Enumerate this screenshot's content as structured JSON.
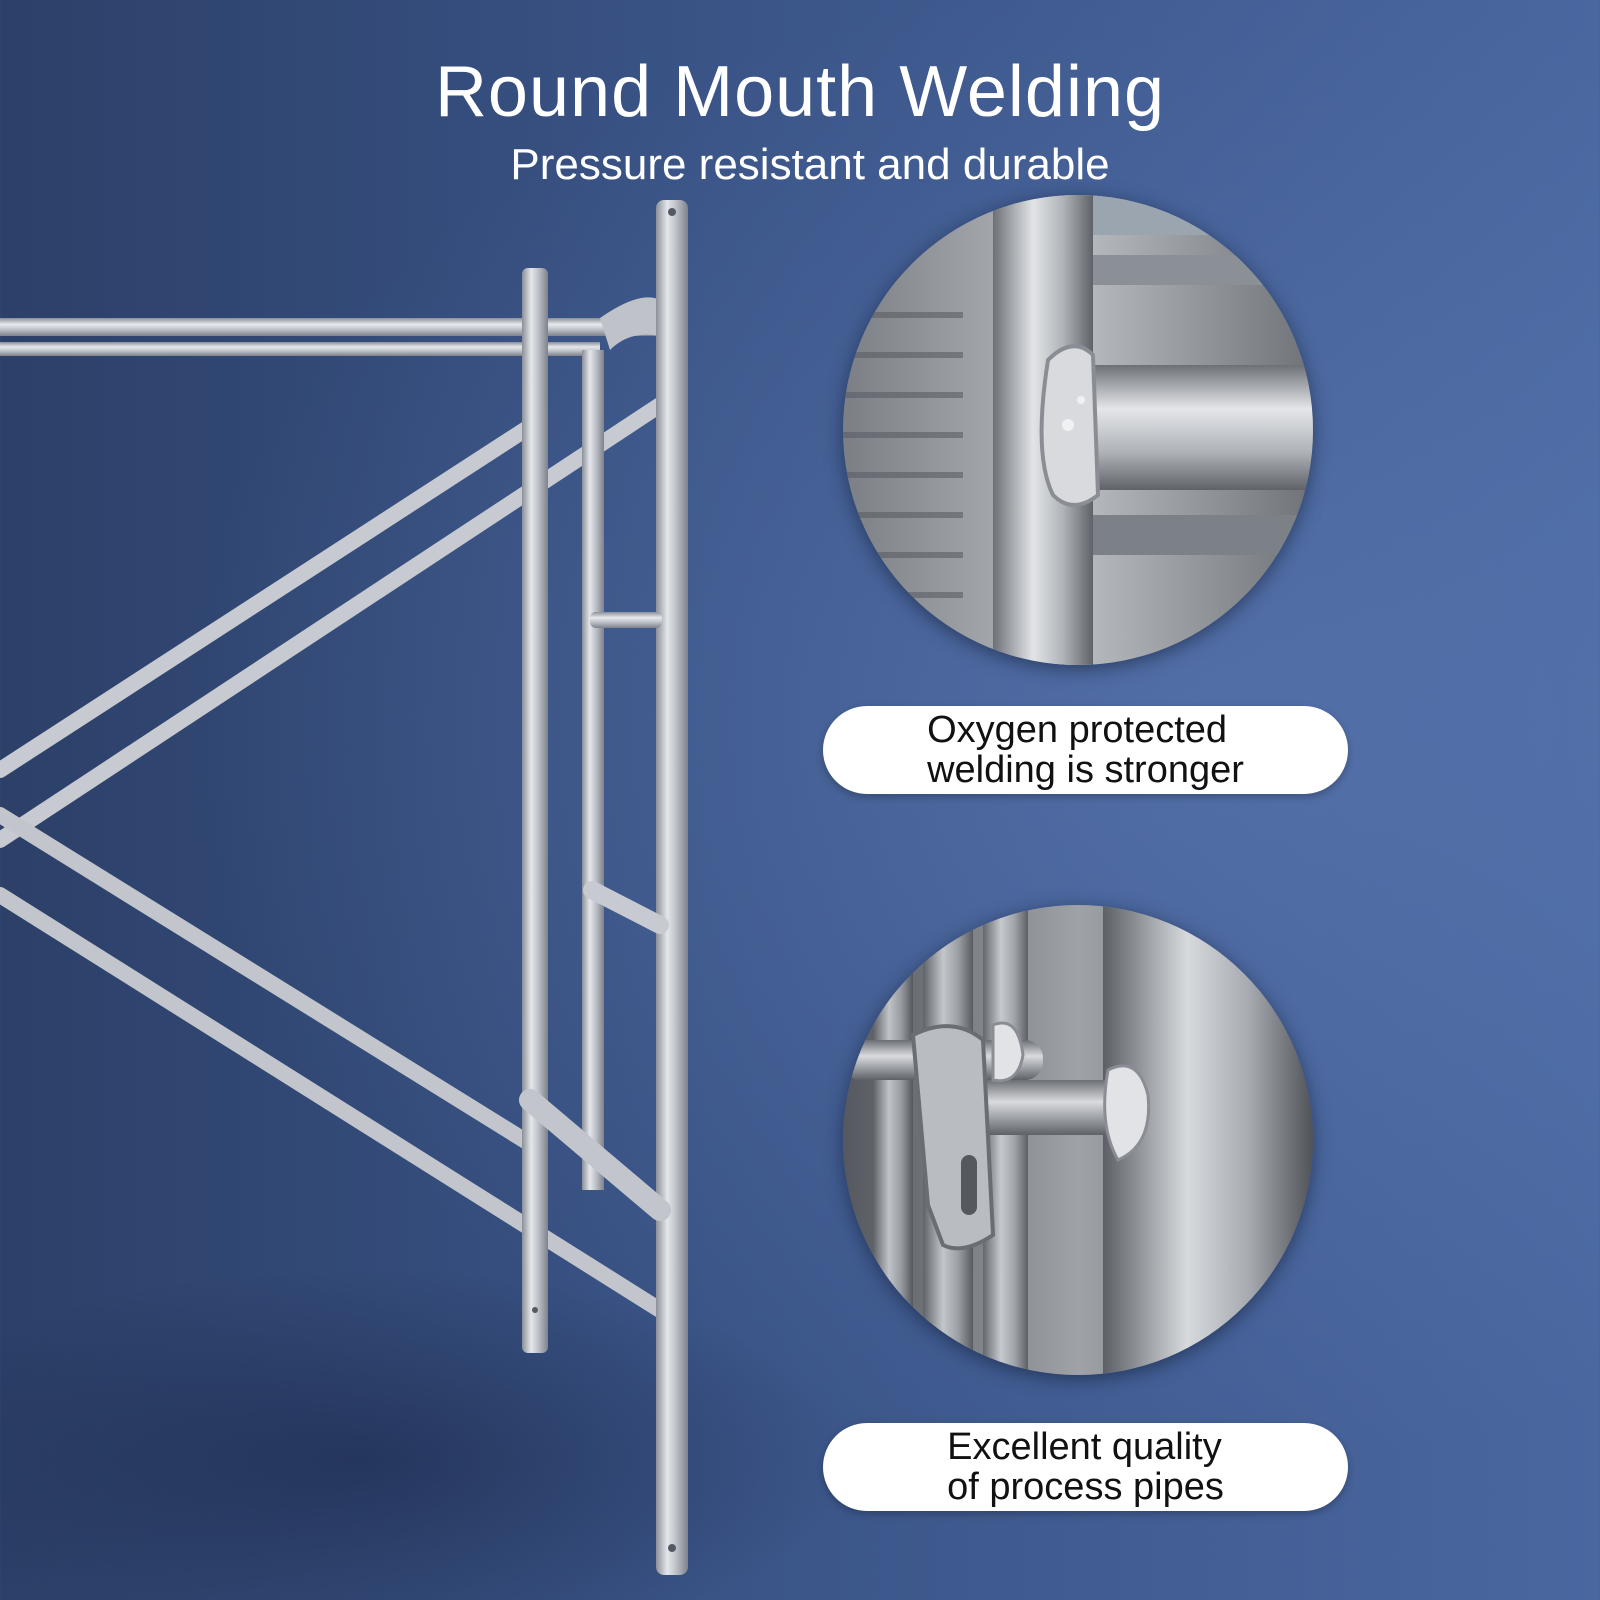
{
  "header": {
    "title": "Round Mouth Welding",
    "subtitle": "Pressure resistant and durable"
  },
  "features": [
    {
      "image": "weld-joint-closeup",
      "caption_lines": [
        "Oxygen protected",
        "welding is stronger"
      ]
    },
    {
      "image": "pipe-pin-closeup",
      "caption_lines": [
        "Excellent quality",
        "of process pipes"
      ]
    }
  ],
  "colors": {
    "background": "#3a5487",
    "steel": "#c9ccd2",
    "pill": "#ffffff",
    "caption_text": "#111111",
    "title_text": "#ffffff"
  }
}
